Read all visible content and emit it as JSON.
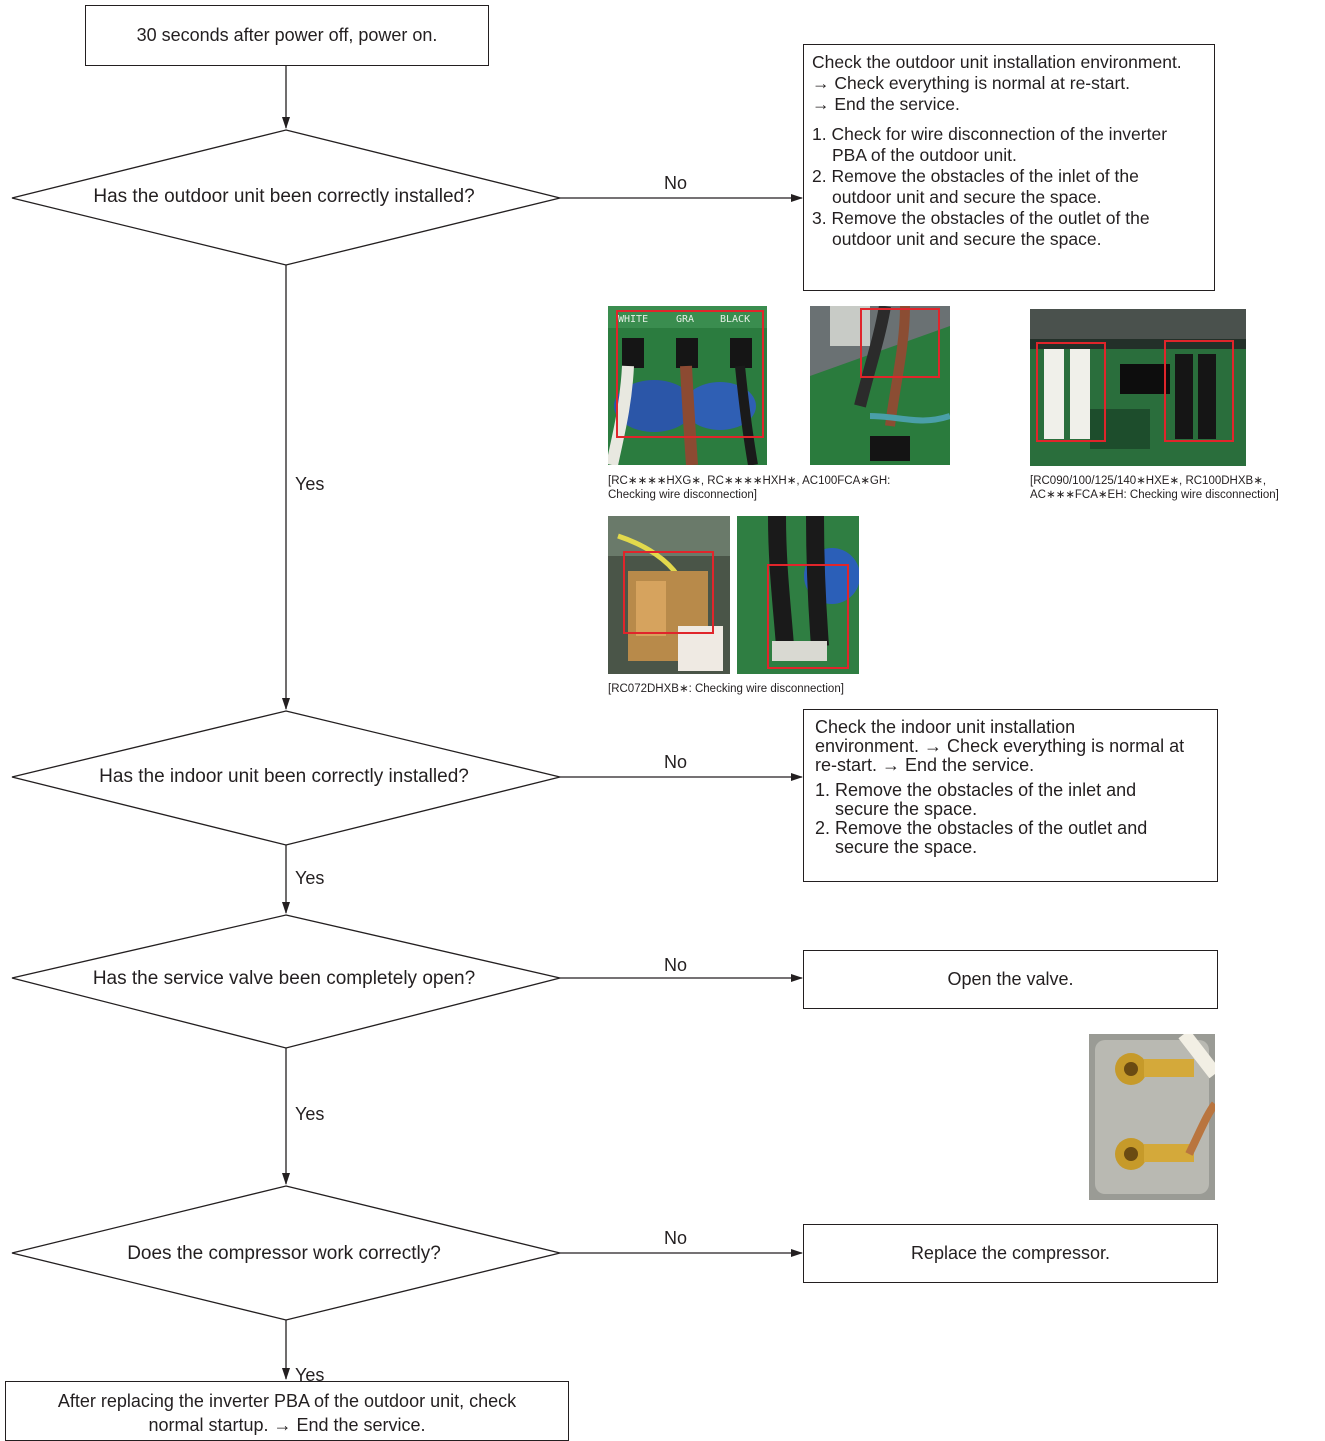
{
  "start": "30 seconds after power off, power on.",
  "decisions": [
    {
      "question": "Has the outdoor unit been correctly installed?",
      "no": "No",
      "yes": "Yes"
    },
    {
      "question": "Has the indoor unit been correctly installed?",
      "no": "No",
      "yes": "Yes"
    },
    {
      "question": "Has the service valve been completely open?",
      "no": "No",
      "yes": "Yes"
    },
    {
      "question": "Does the compressor work correctly?",
      "no": "No",
      "yes": "Yes"
    }
  ],
  "outdoor_box": {
    "line1": "Check the outdoor unit installation environment.",
    "line2": "→ Check everything is normal at re-start.",
    "line3": "→ End the service.",
    "item1a": "1. Check for wire disconnection of the inverter",
    "item1b": "PBA of the outdoor unit.",
    "item2a": "2. Remove the obstacles of the inlet of the",
    "item2b": "outdoor unit and secure the space.",
    "item3a": "3. Remove the obstacles of the outlet of the",
    "item3b": "outdoor unit and secure the space."
  },
  "indoor_box": {
    "line1": "Check the indoor unit installation",
    "line2": "environment. → Check everything is normal at",
    "line3": "re-start. → End the service.",
    "item1a": "1. Remove the obstacles of the inlet and",
    "item1b": "secure the space.",
    "item2a": "2. Remove the obstacles of the outlet and",
    "item2b": "secure the space."
  },
  "valve_box": "Open the valve.",
  "compressor_box": "Replace the compressor.",
  "final_box": {
    "line1": "After replacing the inverter PBA of the outdoor unit, check",
    "line2": "normal startup. → End the service."
  },
  "captions": {
    "c1_line1": "[RC∗∗∗∗HXG∗, RC∗∗∗∗HXH∗, AC100FCA∗GH:",
    "c1_line2": "Checking wire disconnection]",
    "c2_line1": "[RC090/100/125/140∗HXE∗, RC100DHXB∗,",
    "c2_line2": "AC∗∗∗FCA∗EH: Checking wire disconnection]",
    "c3": "[RC072DHXB∗: Checking wire disconnection]"
  },
  "photo_labels": {
    "white": "WHITE",
    "gray": "GRA",
    "black": "BLACK"
  },
  "colors": {
    "line": "#231f20",
    "highlight": "#e0252b",
    "pcb": "#1f7a3c"
  }
}
